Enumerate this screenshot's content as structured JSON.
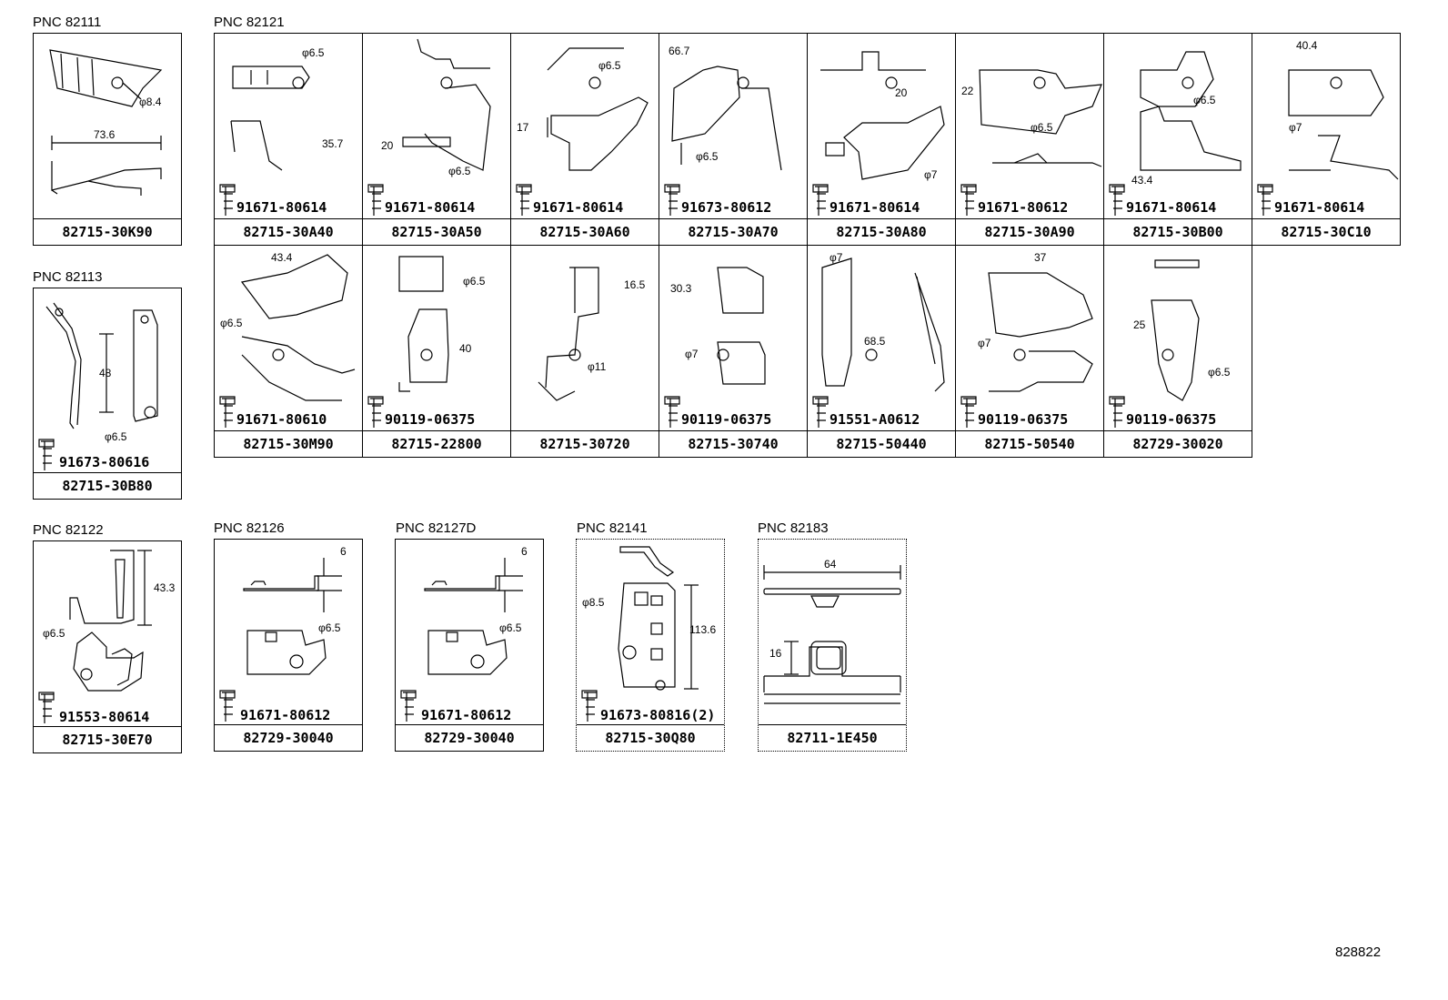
{
  "groups": {
    "g82111": {
      "pnc": "PNC 82111",
      "cells": [
        {
          "part": "82715-30K90",
          "dims": [
            "φ8.4",
            "73.6"
          ]
        }
      ]
    },
    "g82121": {
      "pnc": "PNC 82121",
      "cells": [
        {
          "part": "82715-30A40",
          "bolt": "91671-80614",
          "dims": [
            "φ6.5",
            "35.7"
          ]
        },
        {
          "part": "82715-30A50",
          "bolt": "91671-80614",
          "dims": [
            "20",
            "φ6.5"
          ]
        },
        {
          "part": "82715-30A60",
          "bolt": "91671-80614",
          "dims": [
            "φ6.5",
            "17"
          ]
        },
        {
          "part": "82715-30A70",
          "bolt": "91673-80612",
          "dims": [
            "66.7",
            "φ6.5"
          ]
        },
        {
          "part": "82715-30A80",
          "bolt": "91671-80614",
          "dims": [
            "20",
            "φ7"
          ]
        },
        {
          "part": "82715-30A90",
          "bolt": "91671-80612",
          "dims": [
            "22",
            "φ6.5"
          ]
        },
        {
          "part": "82715-30B00",
          "bolt": "91671-80614",
          "dims": [
            "φ6.5",
            "43.4"
          ]
        },
        {
          "part": "82715-30C10",
          "bolt": "91671-80614",
          "dims": [
            "40.4",
            "φ7"
          ]
        },
        {
          "part": "82715-30M90",
          "bolt": "91671-80610",
          "dims": [
            "φ6.5",
            "43.4"
          ]
        },
        {
          "part": "82715-22800",
          "bolt": "90119-06375",
          "dims": [
            "φ6.5",
            "40"
          ]
        },
        {
          "part": "82715-30720",
          "bolt": "",
          "dims": [
            "16.5",
            "φ11"
          ]
        },
        {
          "part": "82715-30740",
          "bolt": "90119-06375",
          "dims": [
            "30.3",
            "φ7"
          ]
        },
        {
          "part": "82715-50440",
          "bolt": "91551-A0612",
          "dims": [
            "φ7",
            "68.5"
          ]
        },
        {
          "part": "82715-50540",
          "bolt": "90119-06375",
          "dims": [
            "37",
            "φ7"
          ]
        },
        {
          "part": "82729-30020",
          "bolt": "90119-06375",
          "dims": [
            "25",
            "φ6.5"
          ]
        }
      ]
    },
    "g82113": {
      "pnc": "PNC 82113",
      "cells": [
        {
          "part": "82715-30B80",
          "bolt": "91673-80616",
          "dims": [
            "48",
            "φ6.5"
          ]
        }
      ]
    },
    "g82122": {
      "pnc": "PNC 82122",
      "cells": [
        {
          "part": "82715-30E70",
          "bolt": "91553-80614",
          "dims": [
            "43.3",
            "φ6.5"
          ]
        }
      ]
    },
    "g82126": {
      "pnc": "PNC 82126",
      "cells": [
        {
          "part": "82729-30040",
          "bolt": "91671-80612",
          "dims": [
            "6",
            "φ6.5"
          ]
        }
      ]
    },
    "g82127D": {
      "pnc": "PNC 82127D",
      "cells": [
        {
          "part": "82729-30040",
          "bolt": "91671-80612",
          "dims": [
            "6",
            "φ6.5"
          ]
        }
      ]
    },
    "g82141": {
      "pnc": "PNC 82141",
      "cells": [
        {
          "part": "82715-30Q80",
          "bolt": "91673-80816(2)",
          "dims": [
            "φ8.5",
            "113.6"
          ]
        }
      ]
    },
    "g82183": {
      "pnc": "PNC 82183",
      "cells": [
        {
          "part": "82711-1E450",
          "dims": [
            "64",
            "16"
          ]
        }
      ]
    }
  },
  "doc_id": "828822"
}
